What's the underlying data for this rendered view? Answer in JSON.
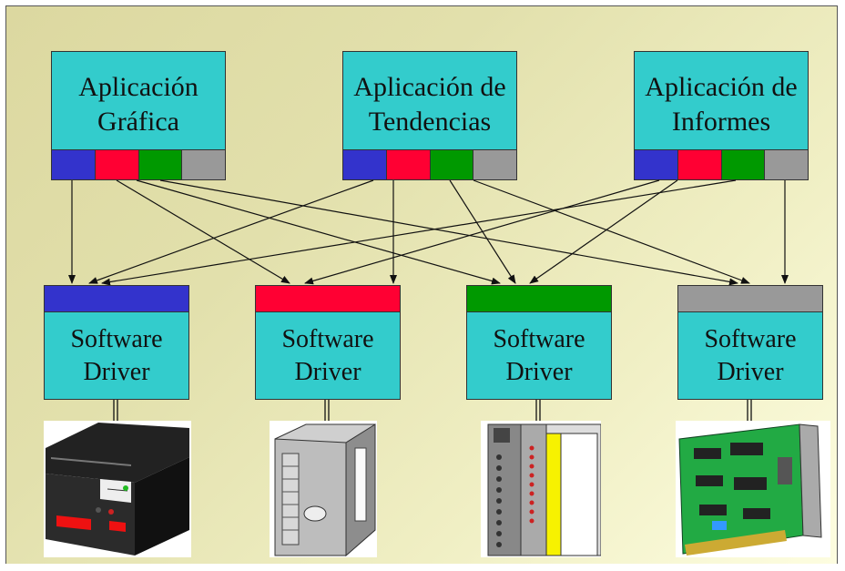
{
  "applications": [
    {
      "line1": "Aplicación",
      "line2": "Gráfica"
    },
    {
      "line1": "Aplicación de",
      "line2": "Tendencias"
    },
    {
      "line1": "Aplicación de",
      "line2": "Informes"
    }
  ],
  "drivers": [
    {
      "line1": "Software",
      "line2": "Driver",
      "color": "#3333cc"
    },
    {
      "line1": "Software",
      "line2": "Driver",
      "color": "#ff0033"
    },
    {
      "line1": "Software",
      "line2": "Driver",
      "color": "#009900"
    },
    {
      "line1": "Software",
      "line2": "Driver",
      "color": "#999999"
    }
  ],
  "channel_colors": [
    "#3333cc",
    "#ff0033",
    "#009900",
    "#999999"
  ],
  "devices": [
    "panel-meter",
    "plc-module",
    "io-terminal-block",
    "interface-card"
  ]
}
